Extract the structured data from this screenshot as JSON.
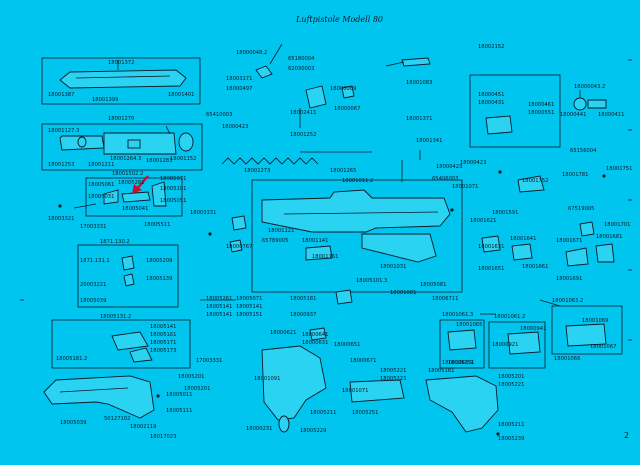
{
  "title": "Luftpistole  Modell 80",
  "page_number": "2",
  "colors": {
    "background": "#00c6ef",
    "ink": "#0a1a2a",
    "arrow": "#c8102e"
  },
  "labels": {
    "l1": "18001372",
    "l2": "18001387",
    "l3": "18001399",
    "l4": "18001401",
    "l5": "18001270",
    "l6": "18001127.3",
    "l7": "18001253",
    "l8": "18001211",
    "l9": "18001264.3",
    "l10": "18001283",
    "l11": "18001152",
    "l12": "18001502.2",
    "l13": "18005061",
    "l14": "18005281",
    "l15": "18005041",
    "l16": "18005071",
    "l17": "18005101",
    "l18": "18005051",
    "l19": "18005031",
    "l20": "18003331",
    "l21": "18003321",
    "l22": "17003331",
    "l23": "18005511",
    "l24": "1871.130.2",
    "l25": "1871.131.1",
    "l26": "20003221",
    "l27": "18005039",
    "l28": "18005209",
    "l29": "18005139",
    "l30": "18005131.2",
    "l31": "18005141",
    "l32": "18005161",
    "l33": "18005171",
    "l34": "18005173",
    "l35": "18005181.2",
    "l36": "17003331",
    "l37": "18005201",
    "l38": "18005011",
    "l39": "18005111",
    "l40": "18002119",
    "l41": "18005039",
    "l42": "50127102",
    "l43": "18017023",
    "l44": "18000048.2",
    "l45": "18003171",
    "l46": "18000497",
    "l47": "65180004",
    "l48": "62030003",
    "l49": "65410003",
    "l50": "18000423",
    "l51": "18000089",
    "l52": "18000067",
    "l53": "18002411",
    "l54": "18001252",
    "l55": "18001273",
    "l56": "18001265",
    "l57": "18001083",
    "l58": "18002152",
    "l59": "18001371",
    "l60": "18000423",
    "l61": "18001341",
    "l62": "18001011.2",
    "l63": "18001071",
    "l64": "65406003",
    "l65": "65789005",
    "l66": "18001121",
    "l67": "18001141",
    "l68": "18001161",
    "l69": "18001031",
    "l70": "18000767",
    "l71": "18005101.3",
    "l72": "18005261",
    "l73": "18005141",
    "l74": "18005141",
    "l75": "18005071",
    "l76": "18005141",
    "l77": "18005151",
    "l78": "18005181",
    "l79": "18001081",
    "l80": "18000451",
    "l81": "18000431",
    "l82": "18000423",
    "l83": "18000461",
    "l84": "18000551",
    "l85": "18000043.2",
    "l86": "18000441",
    "l87": "18000411",
    "l88": "65156004",
    "l89": "18001752",
    "l90": "18001781",
    "l91": "18001751",
    "l92": "67519005",
    "l93": "18001591",
    "l94": "18001621",
    "l95": "18001631",
    "l96": "18001641",
    "l97": "18001651",
    "l98": "18001661",
    "l99": "18001671",
    "l100": "18001681",
    "l101": "18001691",
    "l102": "18001701",
    "l103": "18005081",
    "l104": "18006711",
    "l105": "18001061.3",
    "l106": "18001063.2",
    "l107": "18001061.2",
    "l108": "18001066",
    "l109": "18001067",
    "l110": "18001069",
    "l111": "18000921",
    "l112": "18000941",
    "l113": "18001065.9",
    "l114": "18001065",
    "l115": "18000621",
    "l116": "18000641",
    "l117": "18000631",
    "l118": "18000651",
    "l119": "18000671",
    "l120": "18005181",
    "l121": "18005201",
    "l122": "18005221",
    "l123": "18005239",
    "l124": "18005211",
    "l125": "18005221",
    "l126": "18005223",
    "l127": "18005251",
    "l128": "18005211",
    "l129": "18005229",
    "l130": "18000231",
    "l131": "18001071",
    "l132": "18001091",
    "l133": "18005251",
    "l134": "18005201",
    "l135": "18000937"
  }
}
